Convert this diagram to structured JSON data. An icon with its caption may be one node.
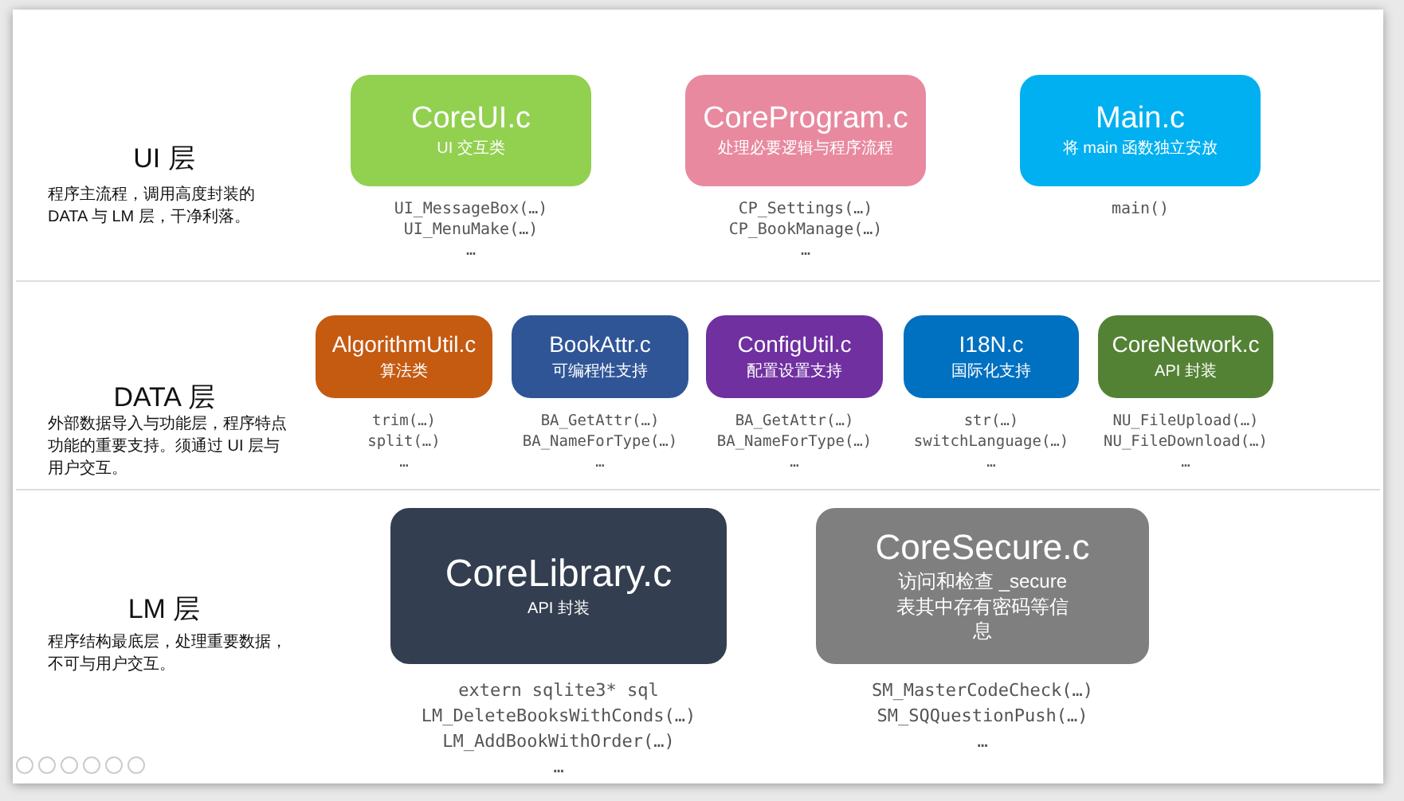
{
  "diagram": {
    "nodes": [
      {
        "text": [
          "CoreUI.c",
          "UI 交互类"
        ],
        "beside": [
          "UI_MessageBox(…)",
          "UI_MenuMake(…)",
          "…"
        ]
      },
      {
        "text": [
          "CoreProgram.c",
          "处理必要逻辑与程序流程"
        ],
        "beside": [
          "CP_Settings(…)",
          "CP_BookManage(…)",
          "…"
        ]
      },
      {
        "text": [
          "Main.c",
          "将 main 函数独立安放"
        ],
        "beside": [
          "main()"
        ]
      },
      {
        "text": [
          "AlgorithmUtil.c",
          "算法类"
        ],
        "beside": [
          "trim(…)",
          "split(…)",
          "…"
        ]
      },
      {
        "text": [
          "BookAttr.c",
          "可编程性支持"
        ],
        "beside": [
          "BA_GetAttr(…)",
          "BA_NameForType(…)",
          "…"
        ]
      },
      {
        "text": [
          "ConfigUtil.c",
          "配置设置支持"
        ],
        "beside": [
          "BA_GetAttr(…)",
          "BA_NameForType(…)",
          "…"
        ]
      },
      {
        "text": [
          "I18N.c",
          "国际化支持"
        ],
        "beside": [
          "str(…)",
          "switchLanguage(…)",
          "…"
        ]
      },
      {
        "text": [
          "CoreNetwork.c",
          "API 封装"
        ],
        "beside": [
          "NU_FileUpload(…)",
          "NU_FileDownload(…)",
          "…"
        ]
      },
      {
        "text": [
          "CoreLibrary.c",
          "API 封装"
        ],
        "beside": [
          "extern sqlite3* sql",
          "LM_DeleteBooksWithConds(…)",
          "LM_AddBookWithOrder(…)",
          "…"
        ]
      },
      {
        "text": [
          "CoreSecure.c",
          "访问和检查 _secure 表其中存有密码等信息"
        ],
        "beside": [
          "SM_MasterCodeCheck(…)",
          "SM_SQQuestionPush(…)",
          "…"
        ]
      }
    ],
    "edges": [],
    "labels": [
      "UI 层",
      "程序主流程，调用高度封装的 DATA 与 LM 层，干净利落。",
      "DATA 层",
      "外部数据导入与功能层，程序特点功能的重要支持。须通过 UI 层与用户交互。",
      "LM 层",
      "程序结构最底层，处理重要数据，不可与用户交互。"
    ]
  }
}
